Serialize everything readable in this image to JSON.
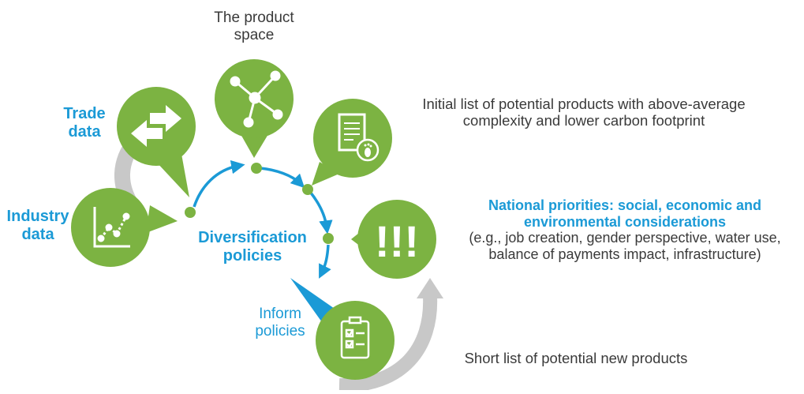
{
  "colors": {
    "green": "#7cb342",
    "blue": "#1b9ad6",
    "grey_arrow": "#c8c8c8",
    "text": "#3a3a3a"
  },
  "nodes": {
    "trade": {
      "label_line1": "Trade",
      "label_line2": "data",
      "icon": "swap-arrows-icon"
    },
    "industry": {
      "label_line1": "Industry",
      "label_line2": "data",
      "icon": "line-chart-icon"
    },
    "product_space": {
      "label_line1": "The product",
      "label_line2": "space",
      "icon": "network-icon"
    },
    "initial_list": {
      "label_line1": "Initial list of potential products with above-average",
      "label_line2": "complexity and lower carbon footprint",
      "icon": "document-footprint-icon"
    },
    "priorities": {
      "title_line1": "National priorities: social, economic and",
      "title_line2": "environmental considerations",
      "desc_line1": "(e.g., job creation, gender perspective, water use,",
      "desc_line2": "balance of payments impact, infrastructure)",
      "icon": "exclamation-icon",
      "icon_text": "!!!"
    },
    "short_list": {
      "label": "Short list of potential new products",
      "icon": "checklist-icon"
    },
    "inform": {
      "label_line1": "Inform",
      "label_line2": "policies"
    },
    "center": {
      "label_line1": "Diversification",
      "label_line2": "policies"
    }
  }
}
